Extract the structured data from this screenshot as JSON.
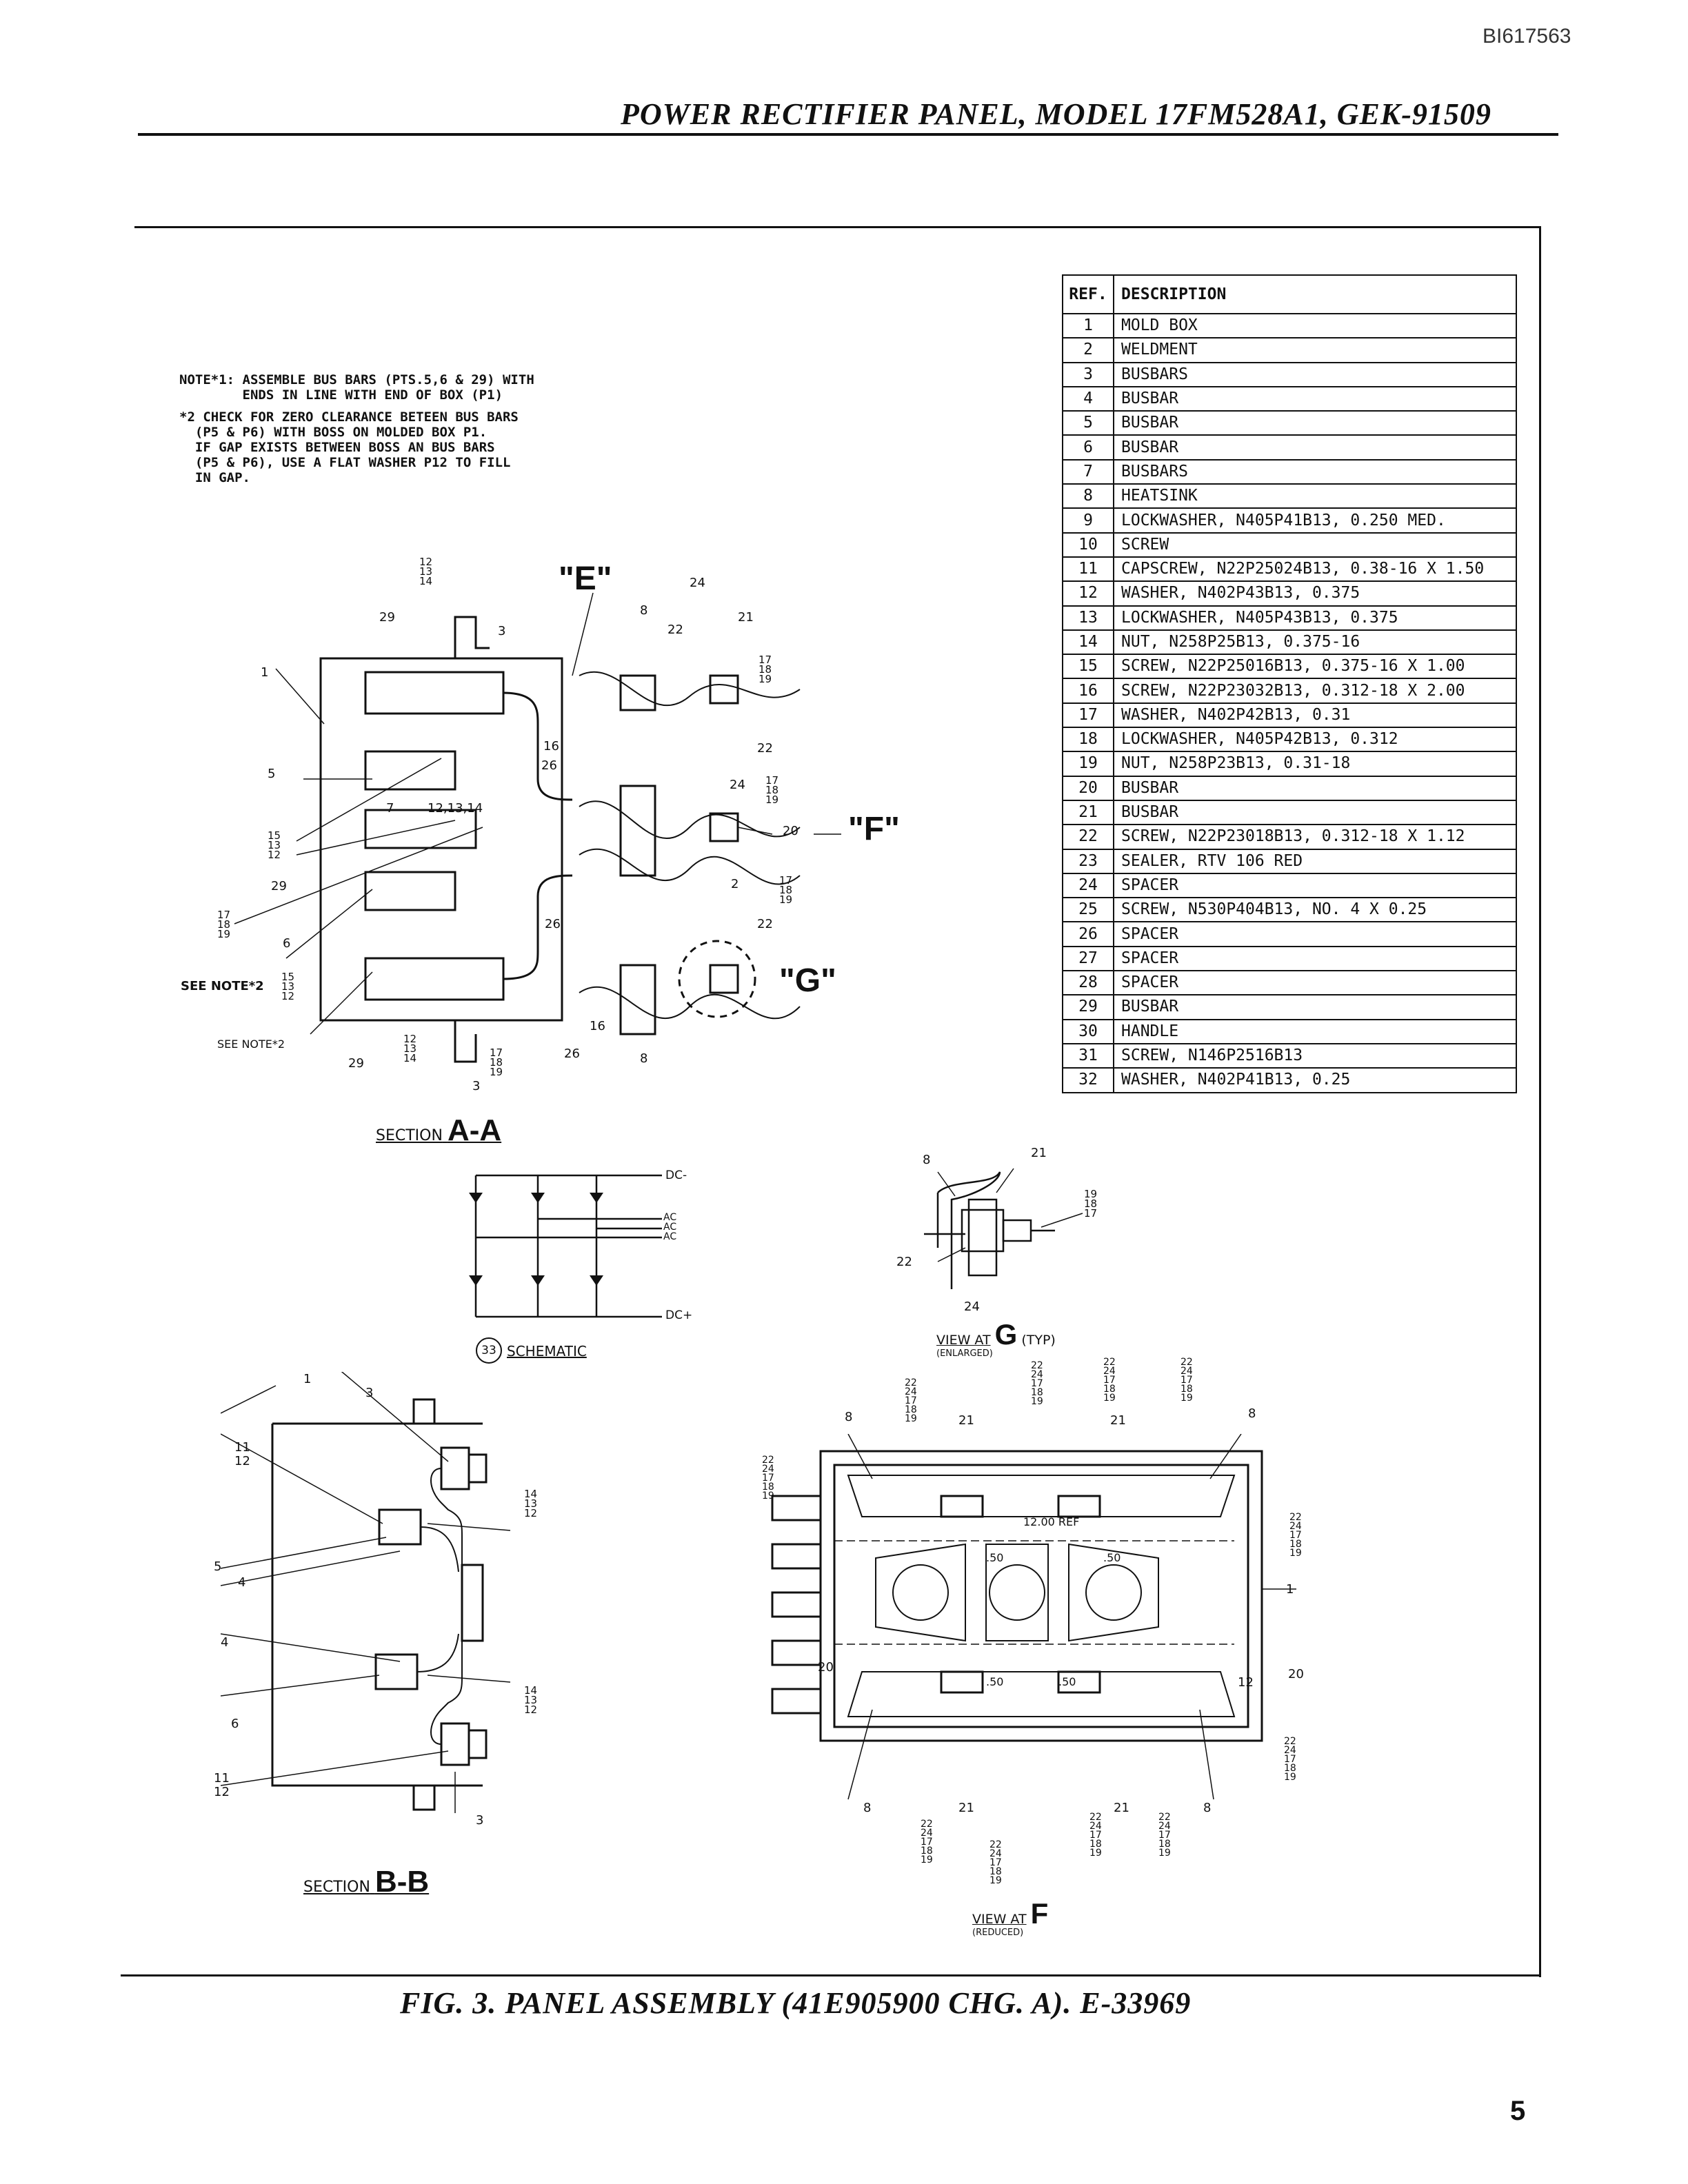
{
  "header": {
    "doc_id": "BI617563",
    "title": "POWER RECTIFIER PANEL, MODEL 17FM528A1, GEK-91509"
  },
  "notes": {
    "note1": "NOTE*1: ASSEMBLE BUS BARS (PTS.5,6 & 29) WITH\n        ENDS IN LINE WITH END OF BOX (P1)",
    "note2": "*2 CHECK FOR ZERO CLEARANCE BETEEN BUS BARS\n  (P5 & P6) WITH BOSS ON MOLDED BOX P1.\n  IF GAP EXISTS BETWEEN BOSS AN BUS BARS\n  (P5 & P6), USE A FLAT WASHER P12 TO FILL\n  IN GAP."
  },
  "parts_table": {
    "headers": {
      "ref": "REF.",
      "description": "DESCRIPTION"
    },
    "rows": [
      {
        "ref": "1",
        "description": "MOLD BOX"
      },
      {
        "ref": "2",
        "description": "WELDMENT"
      },
      {
        "ref": "3",
        "description": "BUSBARS"
      },
      {
        "ref": "4",
        "description": "BUSBAR"
      },
      {
        "ref": "5",
        "description": "BUSBAR"
      },
      {
        "ref": "6",
        "description": "BUSBAR"
      },
      {
        "ref": "7",
        "description": "BUSBARS"
      },
      {
        "ref": "8",
        "description": "HEATSINK"
      },
      {
        "ref": "9",
        "description": "LOCKWASHER, N405P41B13, 0.250 MED."
      },
      {
        "ref": "10",
        "description": "SCREW"
      },
      {
        "ref": "11",
        "description": "CAPSCREW, N22P25024B13, 0.38-16 X 1.50"
      },
      {
        "ref": "12",
        "description": "WASHER, N402P43B13, 0.375"
      },
      {
        "ref": "13",
        "description": "LOCKWASHER, N405P43B13, 0.375"
      },
      {
        "ref": "14",
        "description": "NUT, N258P25B13, 0.375-16"
      },
      {
        "ref": "15",
        "description": "SCREW, N22P25016B13, 0.375-16 X 1.00"
      },
      {
        "ref": "16",
        "description": "SCREW, N22P23032B13, 0.312-18 X 2.00"
      },
      {
        "ref": "17",
        "description": "WASHER, N402P42B13, 0.31"
      },
      {
        "ref": "18",
        "description": "LOCKWASHER, N405P42B13, 0.312"
      },
      {
        "ref": "19",
        "description": "NUT, N258P23B13, 0.31-18"
      },
      {
        "ref": "20",
        "description": "BUSBAR"
      },
      {
        "ref": "21",
        "description": "BUSBAR"
      },
      {
        "ref": "22",
        "description": "SCREW, N22P23018B13, 0.312-18 X 1.12"
      },
      {
        "ref": "23",
        "description": "SEALER, RTV 106 RED"
      },
      {
        "ref": "24",
        "description": "SPACER"
      },
      {
        "ref": "25",
        "description": "SCREW, N530P404B13, NO. 4 X 0.25"
      },
      {
        "ref": "26",
        "description": "SPACER"
      },
      {
        "ref": "27",
        "description": "SPACER"
      },
      {
        "ref": "28",
        "description": "SPACER"
      },
      {
        "ref": "29",
        "description": "BUSBAR"
      },
      {
        "ref": "30",
        "description": "HANDLE"
      },
      {
        "ref": "31",
        "description": "SCREW, N146P2516B13"
      },
      {
        "ref": "32",
        "description": "WASHER, N402P41B13, 0.25"
      }
    ]
  },
  "drawings": {
    "section_aa": {
      "title_prefix": "SECTION",
      "title": "A-A",
      "view_e": "\"E\"",
      "view_f": "\"F\"",
      "view_g": "\"G\"",
      "see_note": "SEE NOTE*2",
      "callout_20": "20",
      "callout_7": "7",
      "callout_121314": "12,13,14",
      "callout_5": "5",
      "callout_6": "6",
      "callout_1": "1",
      "callout_29": "29",
      "callout_3": "3",
      "callout_8": "8",
      "callout_21": "21",
      "callout_22": "22",
      "callout_24": "24",
      "callout_16": "16",
      "callout_26": "26",
      "callout_2": "2",
      "callout_171819": "17 18 19",
      "callout_151312": "15 13 12",
      "callout_121314b": "12 13 14"
    },
    "schematic": {
      "number": "33",
      "title": "SCHEMATIC",
      "dc_minus": "DC-",
      "dc_plus": "DC+",
      "ac": "AC"
    },
    "view_g": {
      "title": "VIEW AT",
      "letter": "G",
      "typ": "(TYP)",
      "sub": "(ENLARGED)",
      "c8": "8",
      "c21": "21",
      "c22": "22",
      "c24": "24",
      "c191817": "19 18 17"
    },
    "section_bb": {
      "title_prefix": "SECTION",
      "title": "B-B",
      "c1": "1",
      "c3": "3",
      "c4": "4",
      "c5": "5",
      "c6": "6",
      "c11": "11",
      "c12": "12",
      "c141312": "14 13 12"
    },
    "view_f": {
      "title": "VIEW AT",
      "letter": "F",
      "sub": "(REDUCED)",
      "dim_ref": "12.00 REF",
      "dim_50": ".50",
      "c8": "8",
      "c20": "20",
      "c21": "21",
      "c1": "1",
      "c12": "12",
      "stack": "22 24 17 18 19"
    }
  },
  "caption": "FIG. 3. PANEL ASSEMBLY (41E905900 CHG. A). E-33969",
  "page_number": "5"
}
